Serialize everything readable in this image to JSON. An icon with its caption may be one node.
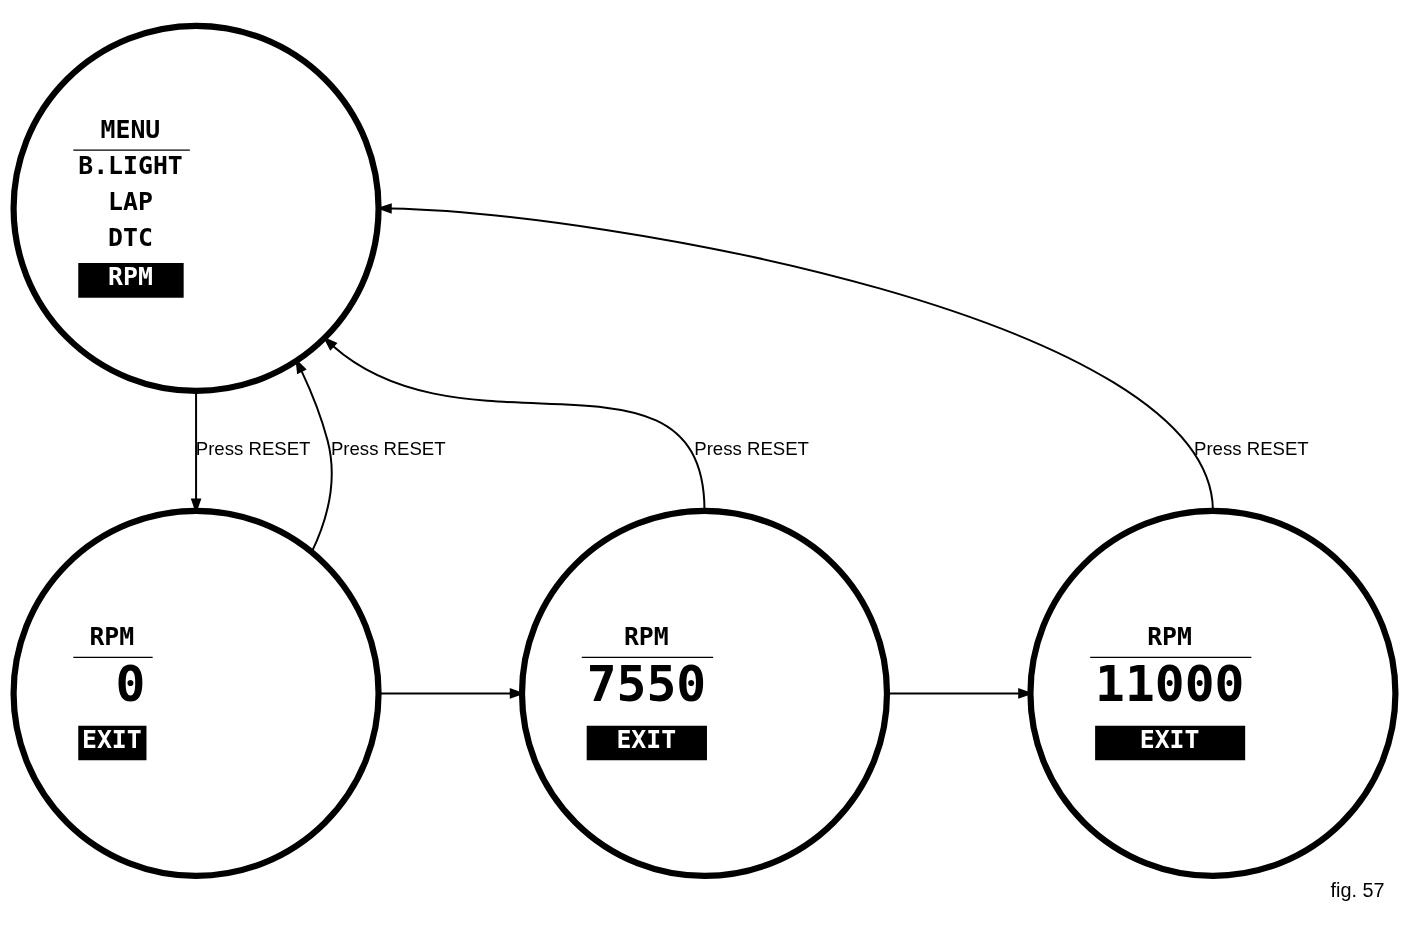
{
  "diagram": {
    "caption": "fig. 57",
    "nodes": [
      {
        "text": [
          "MENU",
          "B.LIGHT",
          "LAP",
          "DTC",
          "RPM"
        ]
      },
      {
        "text": [
          "RPM",
          "0",
          "EXIT"
        ]
      },
      {
        "text": [
          "RPM",
          "7550",
          "EXIT"
        ]
      },
      {
        "text": [
          "RPM",
          "11000",
          "EXIT"
        ]
      }
    ],
    "edges": [
      {
        "from": 0,
        "to": 1,
        "arrow": "to",
        "label": "Press RESET"
      },
      {
        "from": 1,
        "to": 2,
        "arrow": "to"
      },
      {
        "from": 2,
        "to": 3,
        "arrow": "to"
      },
      {
        "from": 1,
        "to": 0,
        "arrow": "to",
        "label": "Press RESET"
      },
      {
        "from": 2,
        "to": 0,
        "arrow": "to",
        "label": "Press RESET"
      },
      {
        "from": 3,
        "to": 0,
        "arrow": "to",
        "label": "Press RESET"
      }
    ]
  }
}
